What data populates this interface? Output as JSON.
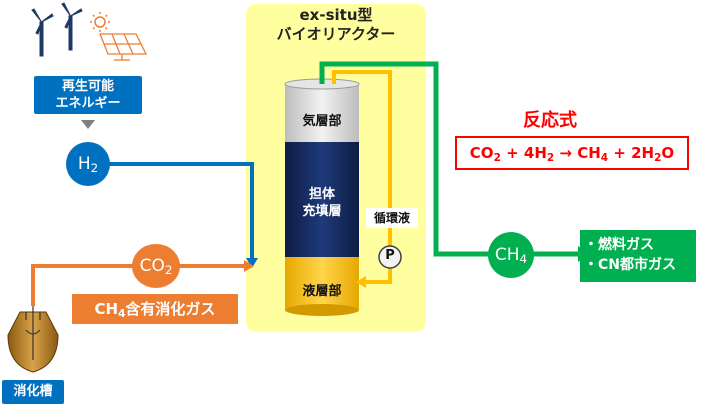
{
  "renewable": {
    "line1": "再生可能",
    "line2": "エネルギー"
  },
  "reactor": {
    "title_line1": "ex-situ型",
    "title_line2": "バイオリアクター"
  },
  "layers": {
    "gas": "気層部",
    "packed_line1": "担体",
    "packed_line2": "充填層",
    "liquid": "液層部"
  },
  "circulation": {
    "label": "循環液",
    "pump": "P"
  },
  "h2": {
    "main": "H",
    "sub": "2"
  },
  "co2": {
    "main": "CO",
    "sub": "2"
  },
  "ch4": {
    "main": "CH",
    "sub": "4"
  },
  "biogas": {
    "prefix": "CH",
    "sub": "4",
    "suffix": "含有消化ガス"
  },
  "digester": {
    "label": "消化槽"
  },
  "reaction": {
    "title": "反応式",
    "co2_main": "CO",
    "co2_sub": "2",
    "plus1": " + 4H",
    "h2_sub": "2",
    "arrow": " → CH",
    "ch4_sub": "4",
    "plus2": " + 2H",
    "h2o_sub": "2",
    "o": "O"
  },
  "uses": {
    "item1": "・燃料ガス",
    "item2": "・CN都市ガス"
  },
  "colors": {
    "blue": "#0070c0",
    "green": "#00b050",
    "orange": "#ed7d31",
    "yellow": "#ffc000",
    "reactor_bg": "#ffffa0",
    "red": "#ff0000",
    "navy": "#14285a"
  },
  "icons": [
    "wind-turbine-icon",
    "sun-icon",
    "solar-panel-icon",
    "pump-icon",
    "digester-tank-icon"
  ]
}
